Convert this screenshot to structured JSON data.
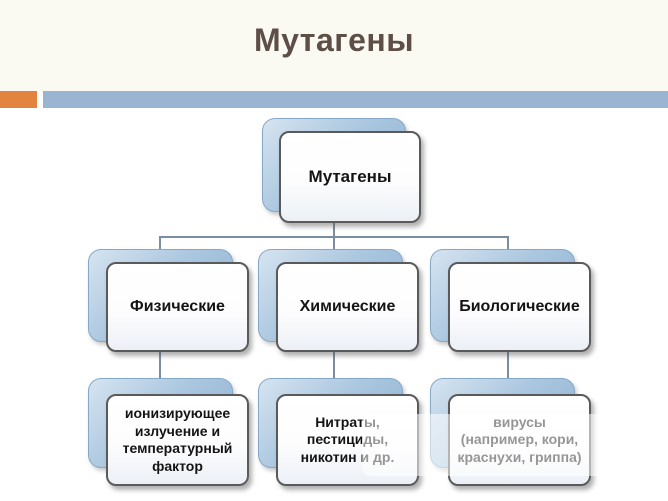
{
  "slide": {
    "title": "Мутагены",
    "colors": {
      "title_text": "#5d4e47",
      "accent_orange": "#e2833f",
      "accent_blue_bar": "#9ab5d1",
      "node_fill_blue": "#a9c6e0",
      "node_border": "#5a5a5a",
      "connector": "#7b8da0"
    }
  },
  "diagram": {
    "root": {
      "label": "Мутагены"
    },
    "children": [
      {
        "label": "Физические",
        "detail": "ионизирующее излучение и температурный фактор"
      },
      {
        "label": "Химические",
        "detail": "Нитраты, пестициды, никотин и др."
      },
      {
        "label": "Биологические",
        "detail": "вирусы (например, кори, краснухи, гриппа)"
      }
    ]
  }
}
